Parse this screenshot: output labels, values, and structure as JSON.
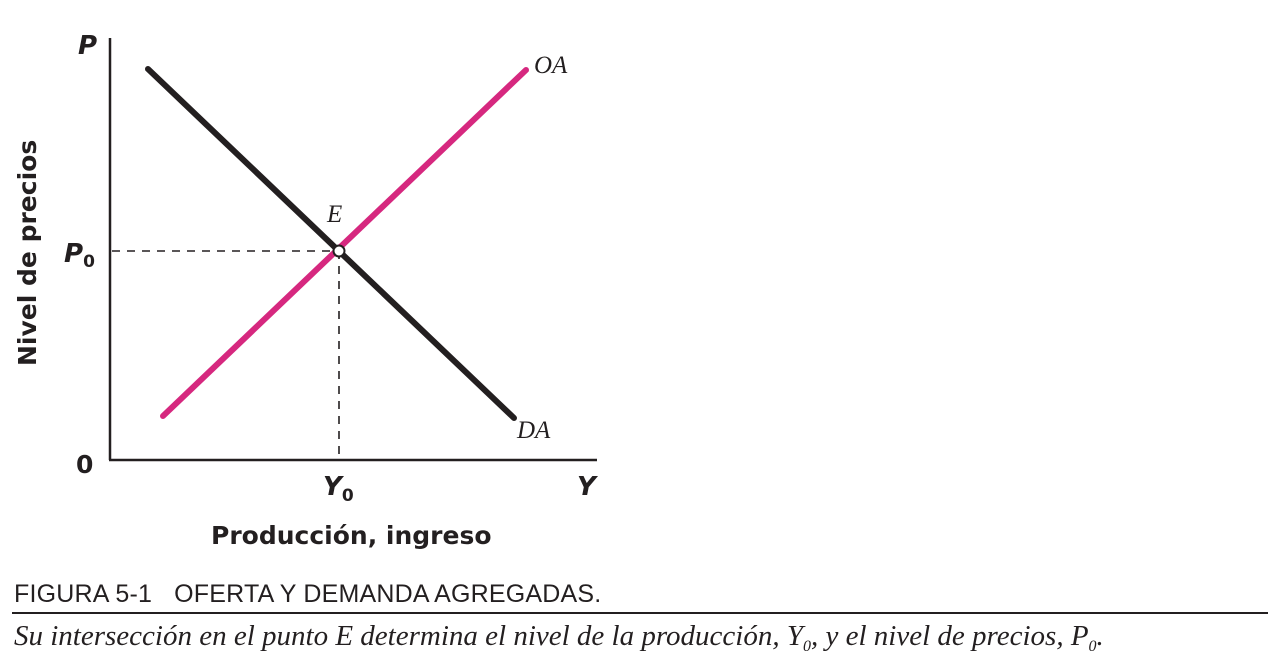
{
  "diagram": {
    "axis_y_symbol": "P",
    "axis_x_symbol": "Y",
    "origin_label": "0",
    "p0_label": {
      "base": "P",
      "sub": "0"
    },
    "y0_label": {
      "base": "Y",
      "sub": "0"
    },
    "y_axis_title": "Nivel de precios",
    "x_axis_title": "Producción, ingreso",
    "supply_label": "OA",
    "demand_label": "DA",
    "equilibrium_label": "E",
    "colors": {
      "supply": "#d6287f",
      "demand": "#231f20",
      "axes": "#231f20"
    }
  },
  "caption": {
    "figure_number": "FIGURA 5-1",
    "figure_title": "OFERTA Y DEMANDA AGREGADAS.",
    "text_before": "Su intersección en el punto E determina el nivel de la producción, Y",
    "text_sub1": "0",
    "text_middle": ", y el nivel de precios, P",
    "text_sub2": "0",
    "text_end": "."
  }
}
